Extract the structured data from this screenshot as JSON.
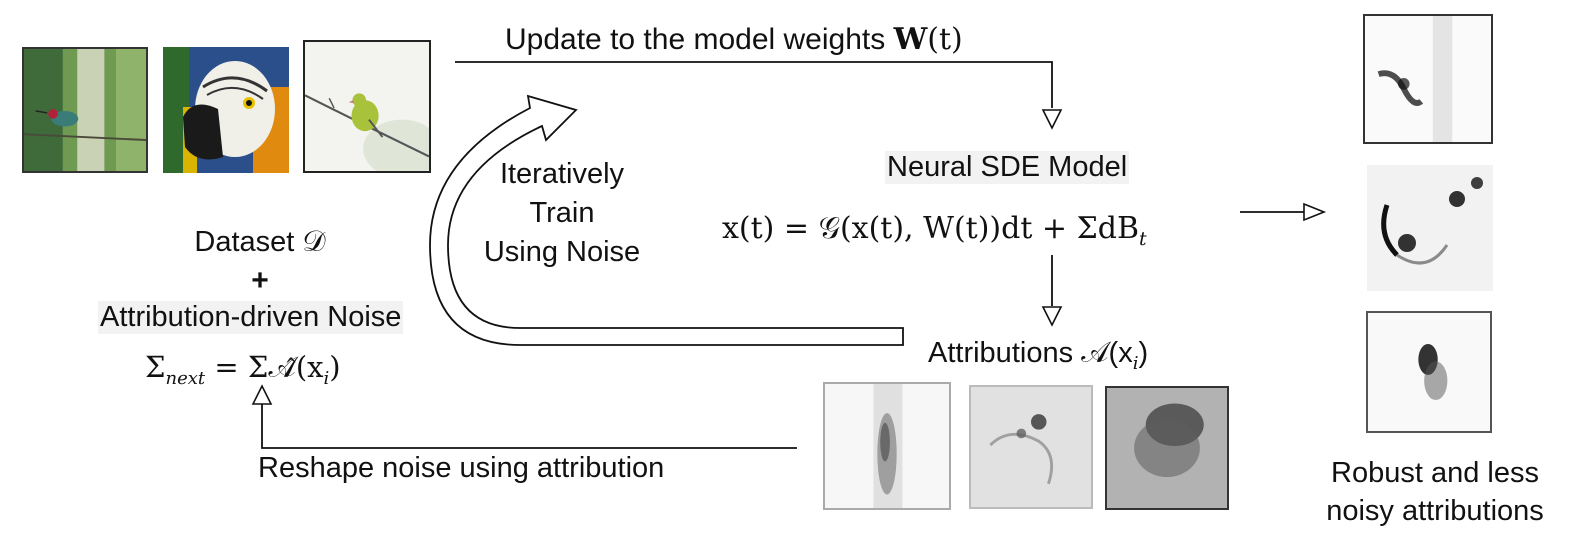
{
  "top_arrow_label": "Update to the model weights",
  "top_arrow_weights_symbol": "W",
  "top_arrow_weights_arg": "(t)",
  "loop_label": [
    "Iteratively",
    "Train",
    "Using Noise"
  ],
  "model_title": "Neural SDE Model",
  "model_equation": "x(t) = 𝒢(x(t), W(t))dt + ΣdB",
  "model_equation_subscript": "t",
  "dataset_label": "Dataset 𝒟",
  "plus_sign": "+",
  "noise_label": "Attribution-driven Noise",
  "noise_equation_lhs": "Σ",
  "noise_equation_lhs_sub": "next",
  "noise_equation_rhs": "= Σ𝒜̂(x",
  "noise_equation_rhs_sub": "i",
  "noise_equation_close": ")",
  "attributions_label": "Attributions 𝒜(x",
  "attributions_sub": "i",
  "attributions_close": ")",
  "reshape_label": "Reshape noise using attribution",
  "robust_label": [
    "Robust and less",
    "noisy attributions"
  ],
  "input_images": [
    "hummingbird-photo",
    "parrot-photo",
    "finch-photo"
  ],
  "colors": {
    "line": "#111111",
    "text": "#111111",
    "title_bg": "#f2f2f2"
  }
}
